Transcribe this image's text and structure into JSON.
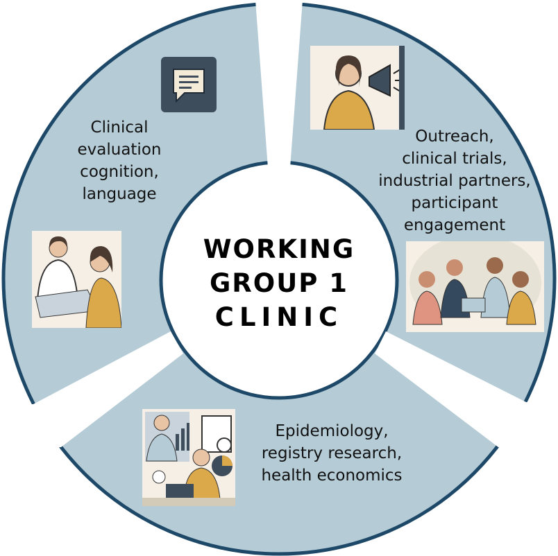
{
  "colors": {
    "segment": "#b5ccd7",
    "outline": "#1d4868",
    "accent": "#dca94a"
  },
  "center": {
    "lines": [
      "WORKING",
      "GROUP 1",
      "CLINIC"
    ]
  },
  "segments": [
    {
      "id": "clinical",
      "lines": [
        "Clinical",
        "evaluation",
        "cognition,",
        "language"
      ],
      "icons": [
        "chat-bubble-icon",
        "doctor-patient-illustration"
      ]
    },
    {
      "id": "outreach",
      "lines": [
        "Outreach,",
        "clinical trials,",
        "industrial partners,",
        "participant",
        "engagement"
      ],
      "icons": [
        "megaphone-illustration",
        "team-meeting-illustration"
      ]
    },
    {
      "id": "epidemiology",
      "lines": [
        "Epidemiology,",
        "registry research,",
        "health economics"
      ],
      "icons": [
        "data-analysis-illustration"
      ]
    }
  ]
}
